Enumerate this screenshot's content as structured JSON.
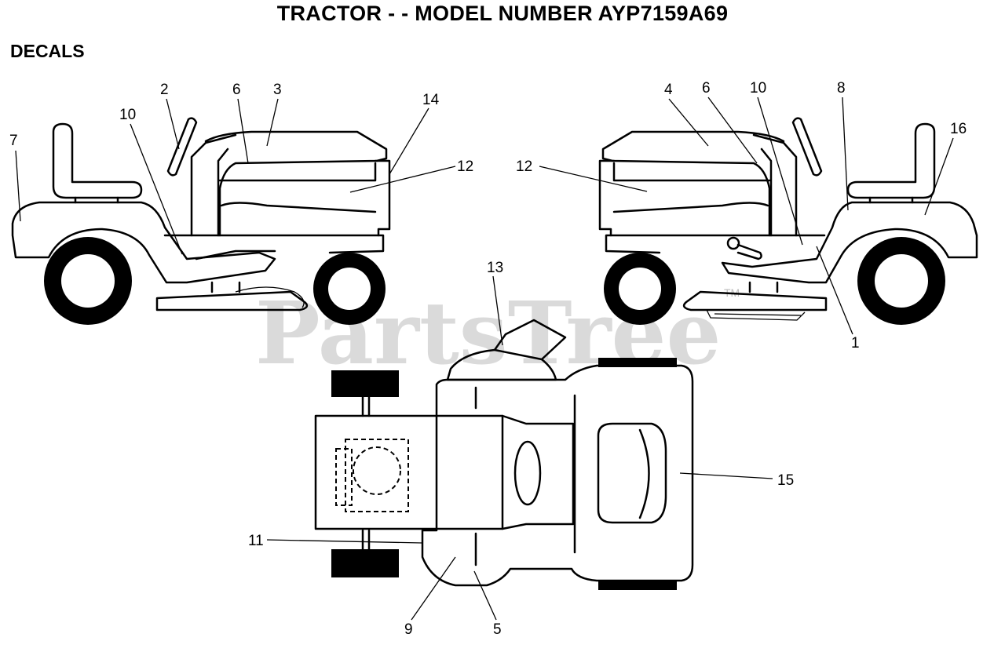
{
  "title": "TRACTOR - - MODEL NUMBER AYP7159A69",
  "section": "DECALS",
  "watermark": {
    "text": "PartsTree",
    "trademark": "TM"
  },
  "callouts": {
    "left_side": [
      "7",
      "10",
      "2",
      "6",
      "3",
      "14",
      "12"
    ],
    "right_side": [
      "4",
      "6",
      "10",
      "8",
      "16",
      "12",
      "1"
    ],
    "top_view": [
      "13",
      "15",
      "11",
      "9",
      "5"
    ]
  }
}
